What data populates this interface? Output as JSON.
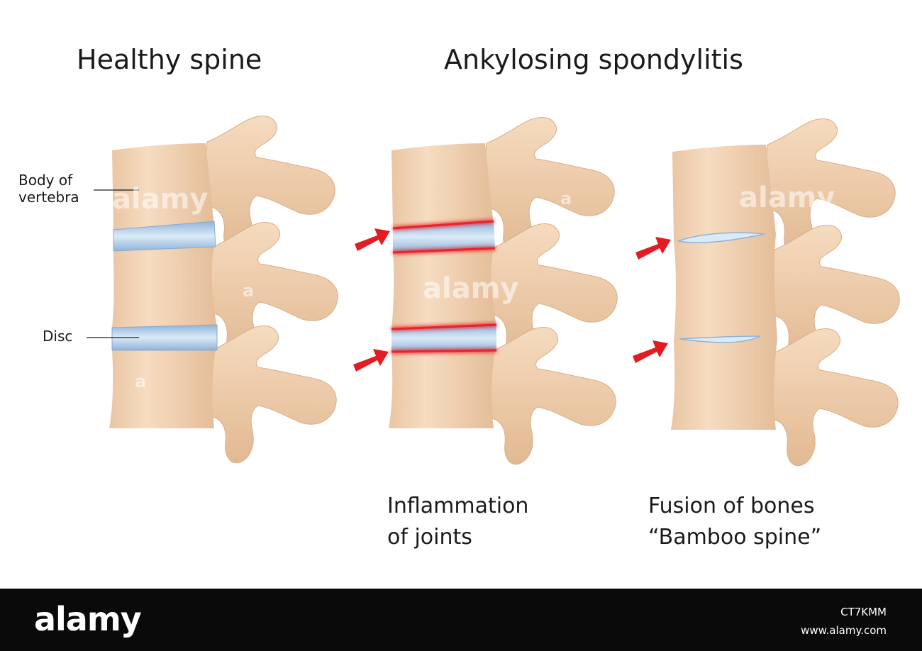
{
  "headings": {
    "left": "Healthy spine",
    "right": "Ankylosing spondylitis"
  },
  "labels": {
    "body_of_vertebra_line1": "Body of",
    "body_of_vertebra_line2": "vertebra",
    "disc": "Disc"
  },
  "captions": {
    "inflammation_line1": "Inflammation",
    "inflammation_line2": "of joints",
    "fusion_line1": "Fusion of bones",
    "fusion_line2": "“Bamboo spine”"
  },
  "watermark": {
    "text": "alamy",
    "small": "a"
  },
  "footer": {
    "logo": "alamy",
    "image_id": "CT7KMM",
    "url": "www.alamy.com"
  },
  "colors": {
    "bone": "#f1d3b5",
    "bone_shadow": "#d9b592",
    "disc": "#a9c7e6",
    "disc_light": "#dbeaf7",
    "inflammation": "#e8232a",
    "arrow": "#e31b23",
    "text": "#1a1a1a",
    "footer_bg": "#0a0a0a"
  }
}
